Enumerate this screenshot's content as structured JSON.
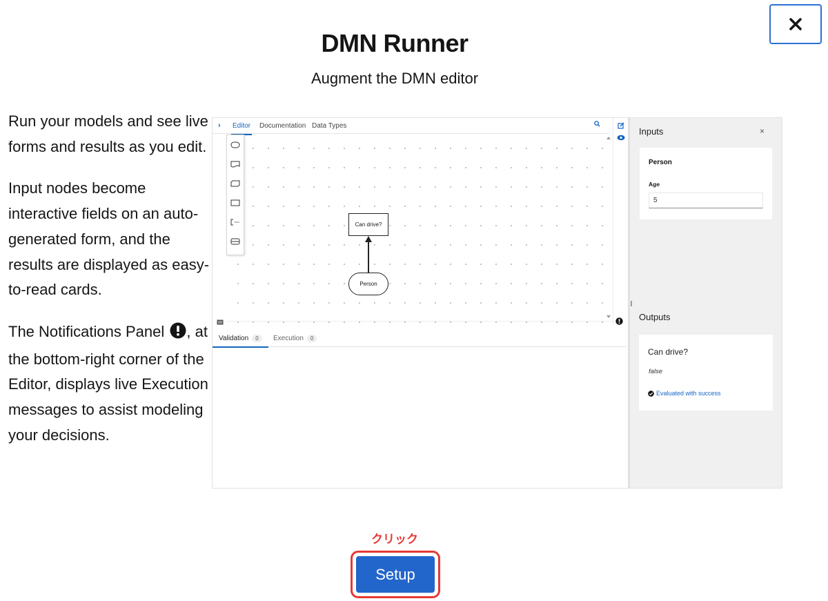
{
  "modal": {
    "title": "DMN Runner",
    "subtitle": "Augment the DMN editor",
    "close_icon": "close-icon"
  },
  "description": {
    "paragraph1": "Run your models and see live forms and results as you edit.",
    "paragraph2": "Input nodes become interactive fields on an auto-generated form, and the results are displayed as easy-to-read cards.",
    "paragraph3_before": "The Notifications Panel",
    "paragraph3_after": ", at the bottom-right corner of the Editor, displays live Execution messages to assist modeling your decisions."
  },
  "preview": {
    "editor_tabs": [
      "Editor",
      "Documentation",
      "Data Types"
    ],
    "nodes": {
      "decision": "Can drive?",
      "input": "Person"
    },
    "bottom_tabs": [
      {
        "label": "Validation",
        "count": "0"
      },
      {
        "label": "Execution",
        "count": "0"
      }
    ],
    "runner": {
      "inputs_title": "Inputs",
      "close": "×",
      "person_label": "Person",
      "age_label": "Age",
      "age_value": "5",
      "outputs_title": "Outputs",
      "decision_name": "Can drive?",
      "decision_value": "false",
      "status": "Evaluated with success"
    }
  },
  "annotation": "クリック",
  "setup_button": "Setup",
  "colors": {
    "primary": "#2266cc",
    "annotation_red": "#e53935",
    "panel_bg": "#f0f0f0"
  }
}
